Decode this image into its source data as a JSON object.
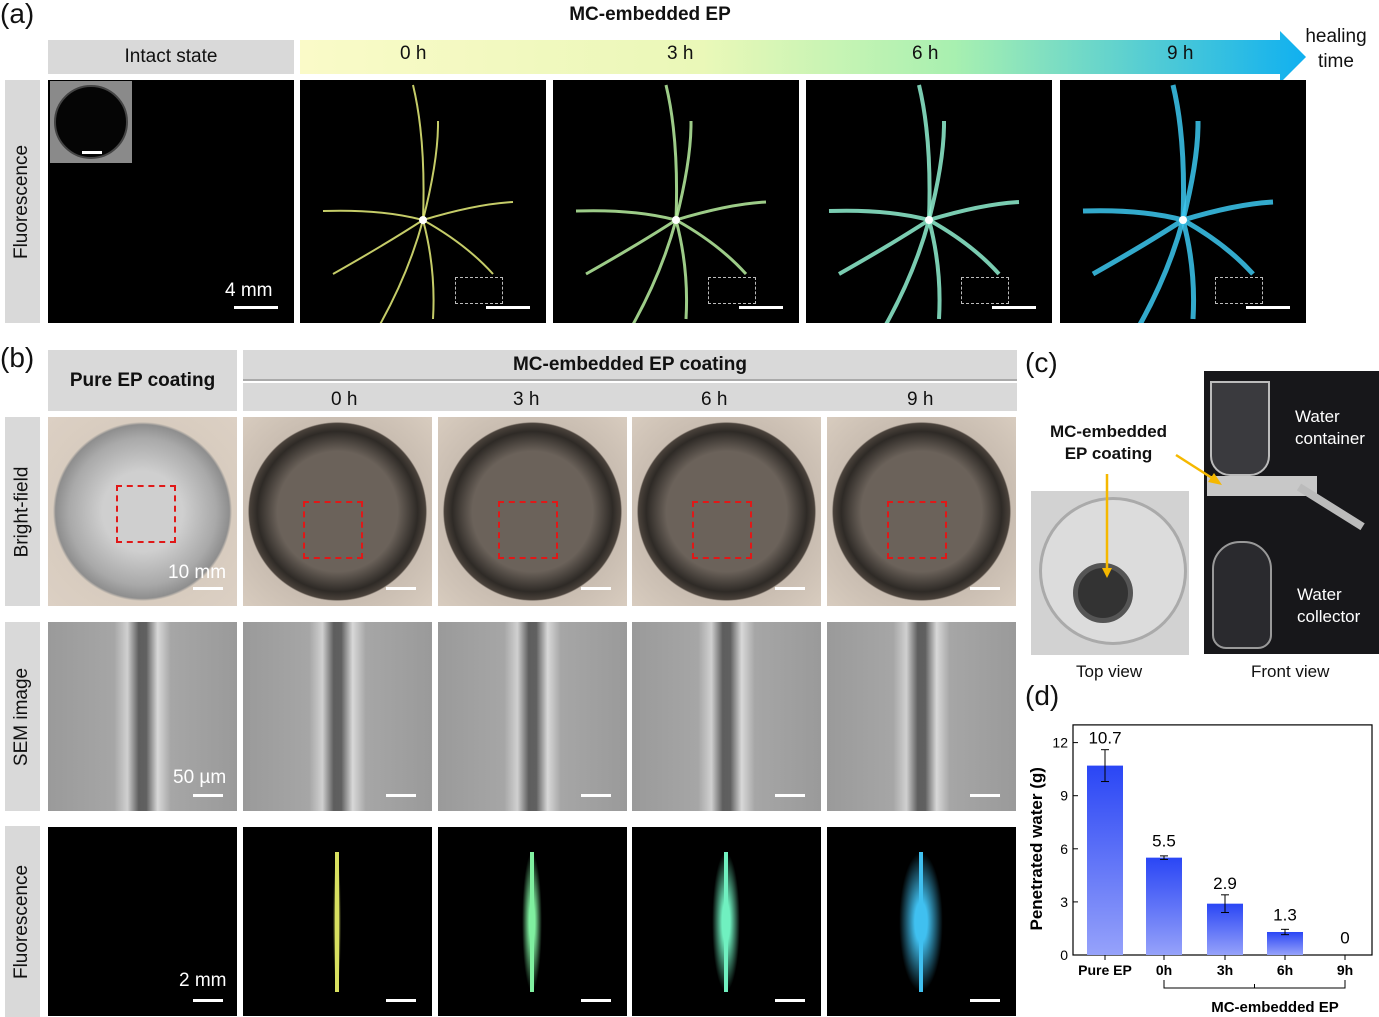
{
  "panel_a": {
    "label": "(a)",
    "title": "MC-embedded EP",
    "intact_header": "Intact state",
    "time_labels": [
      "0 h",
      "3 h",
      "6 h",
      "9 h"
    ],
    "arrow_label": [
      "healing",
      "time"
    ],
    "row_label": "Fluorescence",
    "scale_label": "4 mm",
    "fluor_colors": [
      "#e8f07a",
      "#b8f0a0",
      "#8ff0d0",
      "#3cc8f0"
    ]
  },
  "panel_b": {
    "label": "(b)",
    "pure_header": "Pure EP coating",
    "mc_header": "MC-embedded EP coating",
    "time_labels": [
      "0 h",
      "3 h",
      "6 h",
      "9 h"
    ],
    "row_labels": [
      "Bright-field",
      "SEM image",
      "Fluorescence"
    ],
    "scale_labels": [
      "10 mm",
      "50 µm",
      "2 mm"
    ]
  },
  "panel_c": {
    "label": "(c)",
    "coating_label": [
      "MC-embedded",
      "EP coating"
    ],
    "container_label": [
      "Water",
      "container"
    ],
    "collector_label": [
      "Water",
      "collector"
    ],
    "top_view": "Top view",
    "front_view": "Front view",
    "arrow_color": "#f5b800"
  },
  "panel_d": {
    "label": "(d)"
  },
  "chart_data": {
    "type": "bar",
    "categories": [
      "Pure EP",
      "0h",
      "3h",
      "6h",
      "9h"
    ],
    "values": [
      10.7,
      5.5,
      2.9,
      1.3,
      0
    ],
    "errors": [
      0.9,
      0.1,
      0.5,
      0.15,
      0
    ],
    "value_labels": [
      "10.7",
      "5.5",
      "2.9",
      "1.3",
      "0"
    ],
    "ylabel": "Penetrated water (g)",
    "xlabel": "",
    "group_label": "MC-embedded EP",
    "ylim": [
      0,
      13
    ],
    "yticks": [
      0,
      3,
      6,
      9,
      12
    ],
    "bar_color": "#2a46f5"
  }
}
